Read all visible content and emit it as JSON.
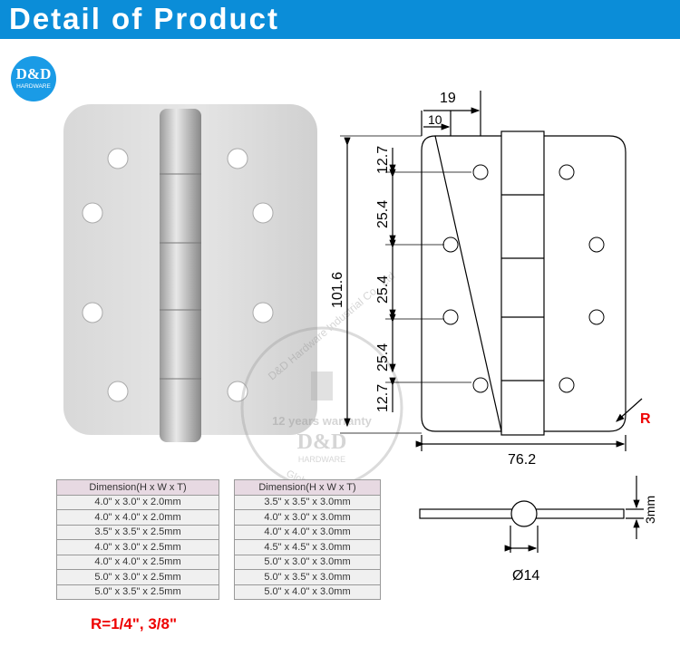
{
  "header": {
    "title": "Detail of Product"
  },
  "logo": {
    "name": "D&D",
    "sub": "HARDWARE"
  },
  "watermark": {
    "ring_top": "D&D Hardware Industrial Co., Ltd",
    "warranty": "12 years warranty",
    "brand": "D&D",
    "brand_sub": "HARDWARE",
    "ring_bottom": "Global Manufacturer"
  },
  "drawing": {
    "dim_19": "19",
    "dim_10": "10",
    "dim_12_7_top": "12.7",
    "dim_25_4_a": "25.4",
    "dim_25_4_b": "25.4",
    "dim_25_4_c": "25.4",
    "dim_12_7_bottom": "12.7",
    "dim_101_6": "101.6",
    "dim_76_2": "76.2",
    "radius": "R",
    "thickness": "3mm",
    "pin": "Ø14"
  },
  "table_left": {
    "header": "Dimension(H x W x T)",
    "rows": [
      "4.0\" x 3.0\" x 2.0mm",
      "4.0\" x 4.0\" x 2.0mm",
      "3.5\" x 3.5\" x 2.5mm",
      "4.0\" x 3.0\" x 2.5mm",
      "4.0\" x 4.0\" x 2.5mm",
      "5.0\" x 3.0\" x 2.5mm",
      "5.0\" x 3.5\" x 2.5mm"
    ]
  },
  "table_right": {
    "header": "Dimension(H x W x T)",
    "rows": [
      "3.5\" x 3.5\" x 3.0mm",
      "4.0\" x 3.0\" x 3.0mm",
      "4.0\" x 4.0\" x 3.0mm",
      "4.5\" x 4.5\" x 3.0mm",
      "5.0\" x 3.0\" x 3.0mm",
      "5.0\" x 3.5\" x 3.0mm",
      "5.0\" x 4.0\" x 3.0mm"
    ]
  },
  "radius_note": "R=1/4\", 3/8\""
}
